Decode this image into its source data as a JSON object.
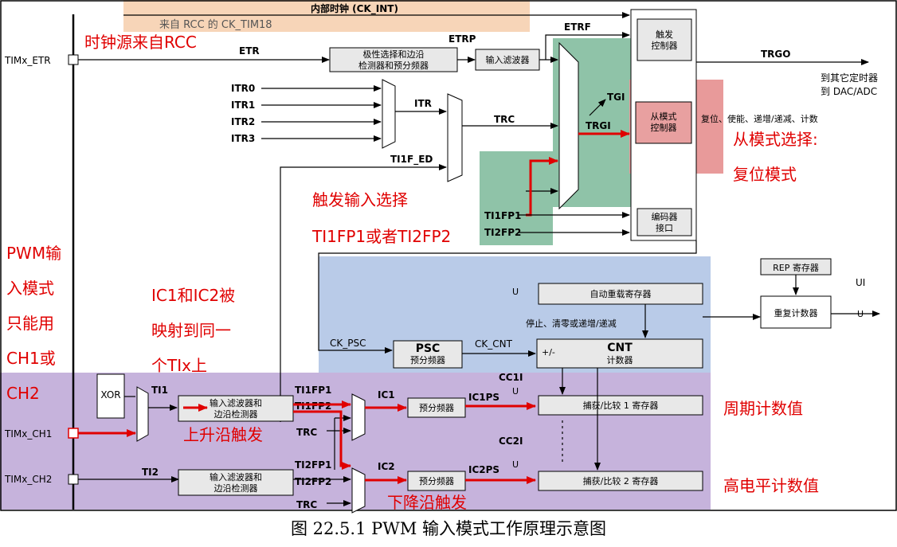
{
  "labels": {
    "ck_int": "内部时钟 (CK_INT)",
    "from_rcc": "来自 RCC 的 CK_TIM18",
    "etr": "ETR",
    "etrp": "ETRP",
    "etrf": "ETRF",
    "trgo": "TRGO",
    "to_other": "到其它定时器",
    "to_dac": "到 DAC/ADC",
    "itr0": "ITR0",
    "itr1": "ITR1",
    "itr2": "ITR2",
    "itr3": "ITR3",
    "itr": "ITR",
    "trc": "TRC",
    "trgi": "TRGI",
    "tgi": "TGI",
    "ti1f_ed": "TI1F_ED",
    "ti1fp1": "TI1FP1",
    "ti2fp2": "TI2FP2",
    "timx_etr": "TIMx_ETR",
    "timx_ch1": "TIMx_CH1",
    "timx_ch2": "TIMx_CH2",
    "xor": "XOR",
    "ti1": "TI1",
    "ti2": "TI2",
    "ck_psc": "CK_PSC",
    "ck_cnt": "CK_CNT",
    "psc": "PSC",
    "psc_sub": "预分频器",
    "cnt": "CNT",
    "cnt_sub": "计数器",
    "plus_minus": "+/-",
    "u": "U",
    "ui": "UI",
    "ic1": "IC1",
    "ic2": "IC2",
    "ic1ps": "IC1PS",
    "ic2ps": "IC2PS",
    "cc1i": "CC1I",
    "cc2i": "CC2I",
    "trc_ch1": "TRC",
    "trc_ch2": "TRC",
    "ti1fp1_ch": "TI1FP1",
    "ti1fp2_ch": "TI1FP2",
    "ti2fp1_ch": "TI2FP1",
    "ti2fp2_ch": "TI2FP2",
    "edge_det_1": "极性选择和边沿",
    "edge_det_2": "检测器和预分频器",
    "input_filter": "输入滤波器",
    "trigger_ctrl_1": "触发",
    "trigger_ctrl_2": "控制器",
    "slave_ctrl_1": "从模式",
    "slave_ctrl_2": "控制器",
    "slave_out": "复位、使能、递增/递减、计数",
    "encoder_1": "编码器",
    "encoder_2": "接口",
    "rep_reg": "REP 寄存器",
    "rep_cnt": "重复计数器",
    "arr": "自动重载寄存器",
    "stop_clear": "停止、清零或递增/递减",
    "filter_edge_1": "输入滤波器和",
    "filter_edge_2": "边沿检测器",
    "prescaler": "预分频器",
    "ccr1": "捕获/比较 1 寄存器",
    "ccr2": "捕获/比较 2 寄存器"
  },
  "annotations": {
    "clock_src": "时钟源来自RCC",
    "slave_sel_1": "从模式选择:",
    "slave_sel_2": "复位模式",
    "trig_sel_1": "触发输入选择",
    "trig_sel_2": "TI1FP1或者TI2FP2",
    "pwm_1": "PWM输",
    "pwm_2": "入模式",
    "pwm_3": "只能用",
    "pwm_4": "CH1或",
    "pwm_5": "CH2",
    "map_1": "IC1和IC2被",
    "map_2": "映射到同一",
    "map_3": "个TIx上",
    "rising": "上升沿触发",
    "falling": "下降沿触发",
    "period": "周期计数值",
    "high": "高电平计数值"
  },
  "caption": "图 22.5.1 PWM 输入模式工作原理示意图",
  "colors": {
    "accent_red": "#e00000",
    "green_region": "#8fc3a8",
    "blue_region": "#b9cbe8",
    "purple_region": "#c6b3dc",
    "orange_band": "#f7d5b8",
    "pink_highlight": "#e89a9a",
    "block_fill": "#e8e8e8"
  }
}
